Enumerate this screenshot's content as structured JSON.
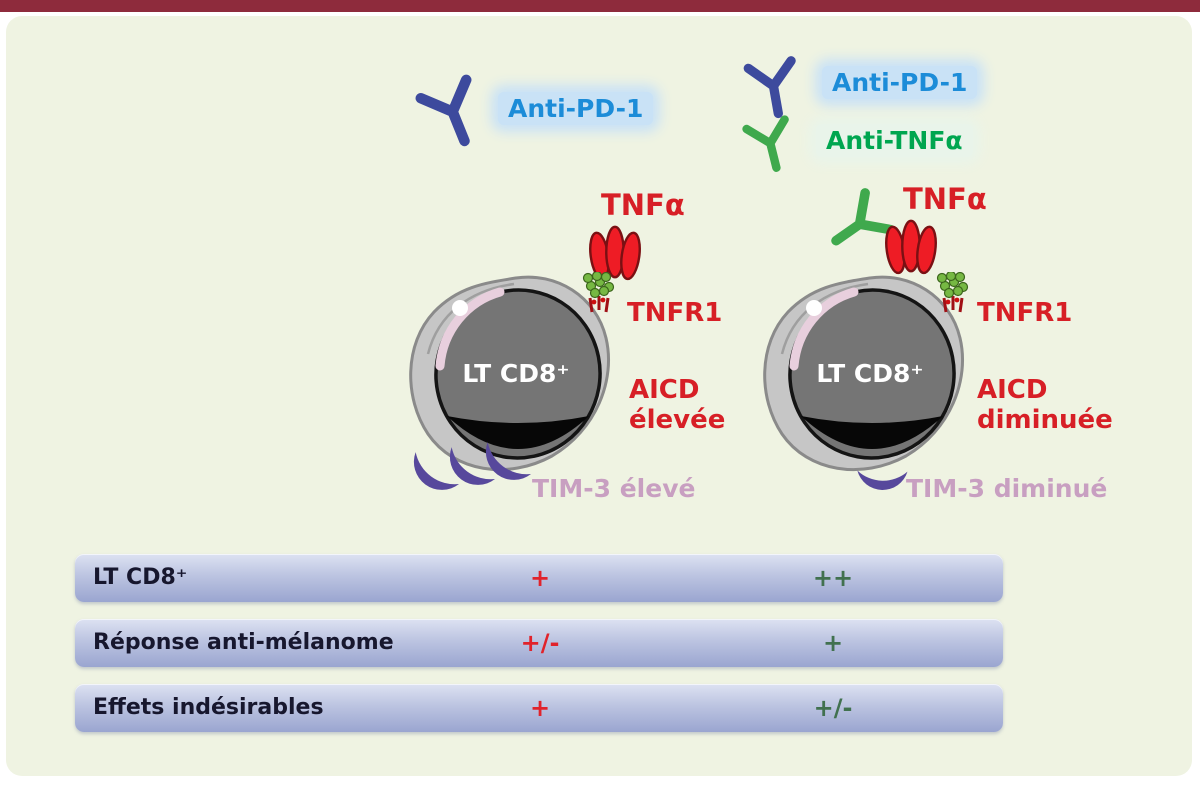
{
  "colors": {
    "frame_bar": "#8e2b3c",
    "panel_background": "#eff3e2",
    "anti_pd1_text": "#1c8cd8",
    "anti_tnfa_text": "#00a650",
    "red_label": "#d71f26",
    "tim3_text": "#c89fc1",
    "antibody_blue": "#3d4a9d",
    "antibody_green": "#3fa94d",
    "tim3_crescent": "#57489c",
    "value_red": "#e1232b",
    "value_green": "#41714f",
    "cell_body": "#c6c6c6",
    "nucleus": "#757575"
  },
  "left_panel": {
    "anti_pd1_label": "Anti-PD-1",
    "tnfa_label": "TNFα",
    "cell_label": "LT CD8⁺",
    "tnfr1_label": "TNFR1",
    "aicd_label": "AICD\nélevée",
    "tim3_label": "TIM-3 élevé"
  },
  "right_panel": {
    "anti_pd1_label": "Anti-PD-1",
    "anti_tnfa_label": "Anti-TNFα",
    "tnfa_label": "TNFα",
    "cell_label": "LT CD8⁺",
    "tnfr1_label": "TNFR1",
    "aicd_label": "AICD\ndiminuée",
    "tim3_label": "TIM-3 diminué"
  },
  "table": {
    "rows": [
      {
        "label": "LT CD8⁺",
        "anti_pd1": "+",
        "combination": "++"
      },
      {
        "label": "Réponse anti-mélanome",
        "anti_pd1": "+/-",
        "combination": "+"
      },
      {
        "label": "Effets indésirables",
        "anti_pd1": "+",
        "combination": "+/-"
      }
    ]
  }
}
